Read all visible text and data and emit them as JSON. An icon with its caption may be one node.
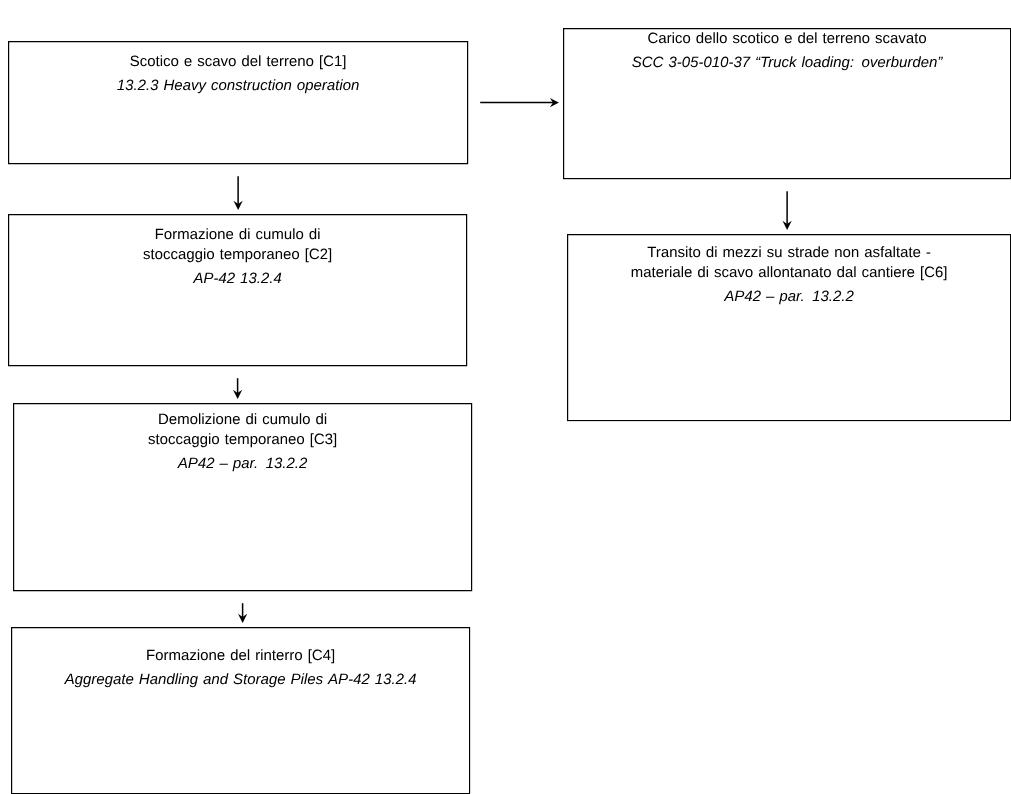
{
  "diagram": {
    "nodes": [
      {
        "text": [
          "Scotico e scavo del terreno [C1]",
          "13.2.3 Heavy construction operation"
        ]
      },
      {
        "text": [
          "Formazione di cumulo di stoccaggio temporaneo [C2]",
          "AP-42 13.2.4"
        ]
      },
      {
        "text": [
          "Demolizione di cumulo di stoccaggio temporaneo [C3]",
          "AP42 – par. 13.2.2"
        ]
      },
      {
        "text": [
          "Formazione del rinterro [C4]",
          "Aggregate Handling and Storage Piles AP-42 13.2.4"
        ]
      },
      {
        "text": [
          "Carico dello scotico e del terreno scavato",
          "SCC 3-05-010-37 “Truck loading: overburden”"
        ]
      },
      {
        "text": [
          "Transito di mezzi su strade non asfaltate - materiale di scavo allontanato dal cantiere [C6]",
          "AP42 – par. 13.2.2"
        ]
      }
    ],
    "edges": [
      {
        "from": 0,
        "to": 1,
        "arrow": "to"
      },
      {
        "from": 1,
        "to": 2,
        "arrow": "to"
      },
      {
        "from": 2,
        "to": 3,
        "arrow": "to"
      },
      {
        "from": 0,
        "to": 4,
        "arrow": "to"
      },
      {
        "from": 4,
        "to": 5,
        "arrow": "to"
      }
    ]
  }
}
